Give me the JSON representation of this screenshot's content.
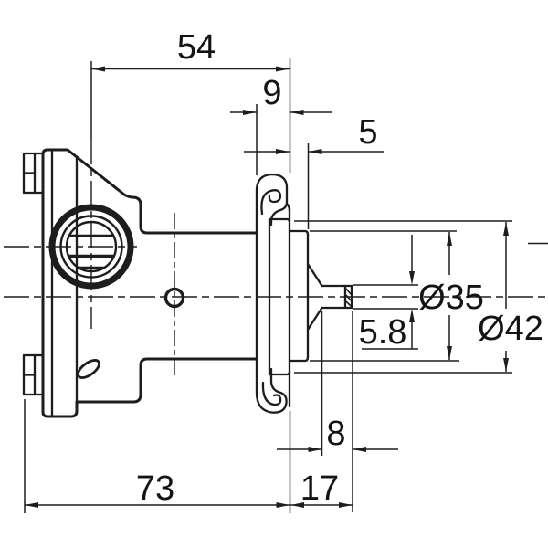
{
  "drawing": {
    "type": "technical-drawing",
    "view": "pump-side-view",
    "ink_color": "#1d1d1d",
    "background_color": "#ffffff",
    "units": "mm",
    "dims": {
      "d54": "54",
      "d9": "9",
      "d5": "5",
      "d35": "Ø35",
      "d42": "Ø42",
      "d58": "5.8",
      "d8": "8",
      "d73": "73",
      "d17": "17"
    }
  }
}
